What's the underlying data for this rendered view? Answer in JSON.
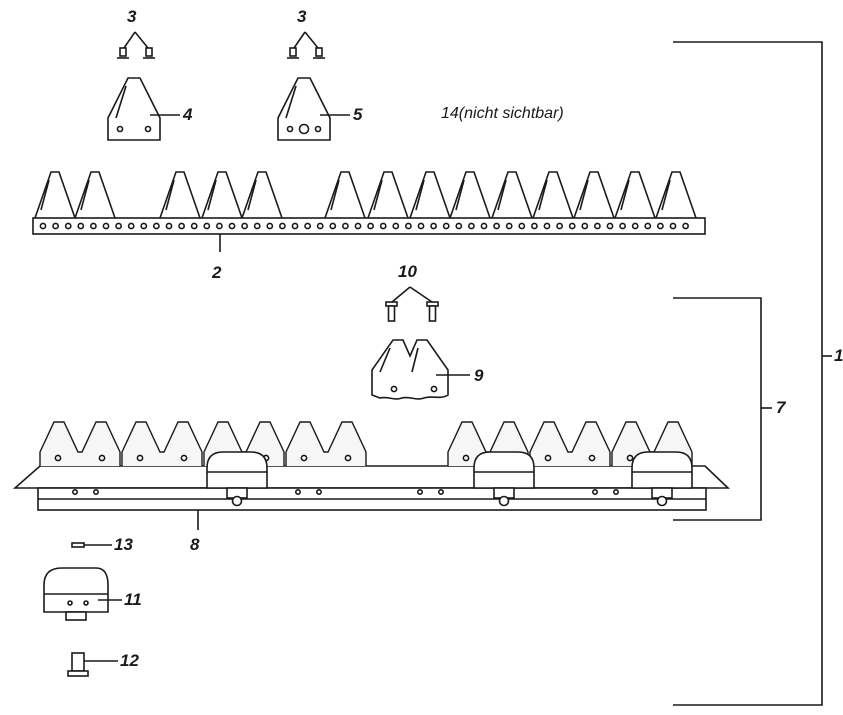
{
  "labels": {
    "l1": "1",
    "l2": "2",
    "l3a": "3",
    "l3b": "3",
    "l4": "4",
    "l5": "5",
    "l7": "7",
    "l8": "8",
    "l9": "9",
    "l10": "10",
    "l11": "11",
    "l12": "12",
    "l13": "13",
    "l14": "14(nicht sichtbar)"
  }
}
